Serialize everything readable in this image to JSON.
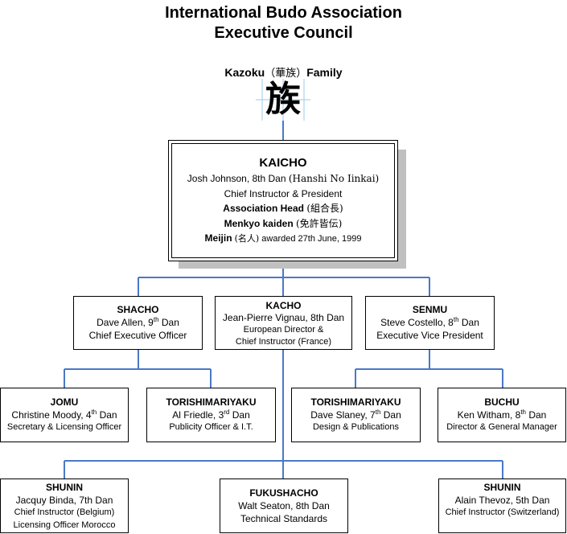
{
  "title": {
    "line1": "International Budo Association",
    "line2": "Executive Council"
  },
  "family": {
    "label_pre": "Kazoku",
    "kanji_inline": "（華族）",
    "label_post": "Family",
    "emblem": "族"
  },
  "kaicho": {
    "title": "KAICHO",
    "name": "Josh Johnson, 8th Dan",
    "name_note": "(Hanshi No Iinkai)",
    "role": "Chief Instructor & President",
    "head_label": "Association Head",
    "head_kanji": "(組合長)",
    "menkyo_label": "Menkyo kaiden",
    "menkyo_kanji": "(免許皆伝)",
    "meijin_label": "Meijin",
    "meijin_kanji": "(名人)",
    "meijin_rest": "awarded 27th June, 1999"
  },
  "level2": [
    {
      "title": "SHACHO",
      "name": "Dave Allen, 9",
      "sup": "th",
      "name_end": " Dan",
      "role1": "Chief Executive Officer",
      "role2": ""
    },
    {
      "title": "KACHO",
      "name": "Jean-Pierre Vignau, 8th Dan",
      "sup": "",
      "name_end": "",
      "role1": "European Director &",
      "role2": "Chief Instructor (France)"
    },
    {
      "title": "SENMU",
      "name": "Steve Costello, 8",
      "sup": "th",
      "name_end": " Dan",
      "role1": "Executive Vice President",
      "role2": ""
    }
  ],
  "level3": [
    {
      "title": "JOMU",
      "name": "Christine Moody, 4",
      "sup": "th",
      "name_end": " Dan",
      "role1": "Secretary & Licensing Officer",
      "role2": ""
    },
    {
      "title": "TORISHIMARIYAKU",
      "name": "Al Friedle, 3",
      "sup": "rd",
      "name_end": " Dan",
      "role1": "Publicity Officer & I.T.",
      "role2": ""
    },
    {
      "title": "TORISHIMARIYAKU",
      "name": "Dave Slaney, 7",
      "sup": "th",
      "name_end": " Dan",
      "role1": "Design & Publications",
      "role2": ""
    },
    {
      "title": "BUCHU",
      "name": "Ken Witham, 8",
      "sup": "th",
      "name_end": " Dan",
      "role1": "Director & General Manager",
      "role2": ""
    }
  ],
  "level4": [
    {
      "title": "SHUNIN",
      "name": "Jacquy Binda, 7th Dan",
      "role1": "Chief Instructor (Belgium)",
      "role2": "Licensing Officer Morocco"
    },
    {
      "title": "FUKUSHACHO",
      "name": "Walt Seaton, 8th Dan",
      "role1": "Technical Standards",
      "role2": ""
    },
    {
      "title": "SHUNIN",
      "name": "Alain Thevoz, 5th Dan",
      "role1": "Chief Instructor (Switzerland)",
      "role2": ""
    }
  ],
  "colors": {
    "connector": "#4a78c8",
    "shadow": "#c0c0c0",
    "emblem_guides": "#9ec8e8"
  }
}
